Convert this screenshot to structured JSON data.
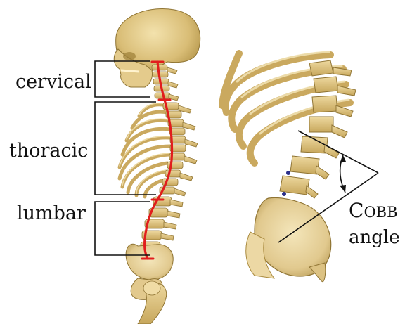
{
  "regions": {
    "cervical": "cervical",
    "thoracic": "thoracic",
    "lumbar": "lumbar"
  },
  "cobb": {
    "first_letter": "C",
    "rest_small_caps": "OBB",
    "second_line": "angle"
  },
  "colors": {
    "bone": "#dcc283",
    "bone_shadow": "#b79a4f",
    "bone_highlight": "#f1dfaa",
    "curve": "#e11d1d",
    "ink": "#111111",
    "marker": "#2b2f8a"
  },
  "icons": {
    "skeleton": "full-skeleton-side-view",
    "spine_closeup": "spine-closeup-with-cobb-angle"
  }
}
